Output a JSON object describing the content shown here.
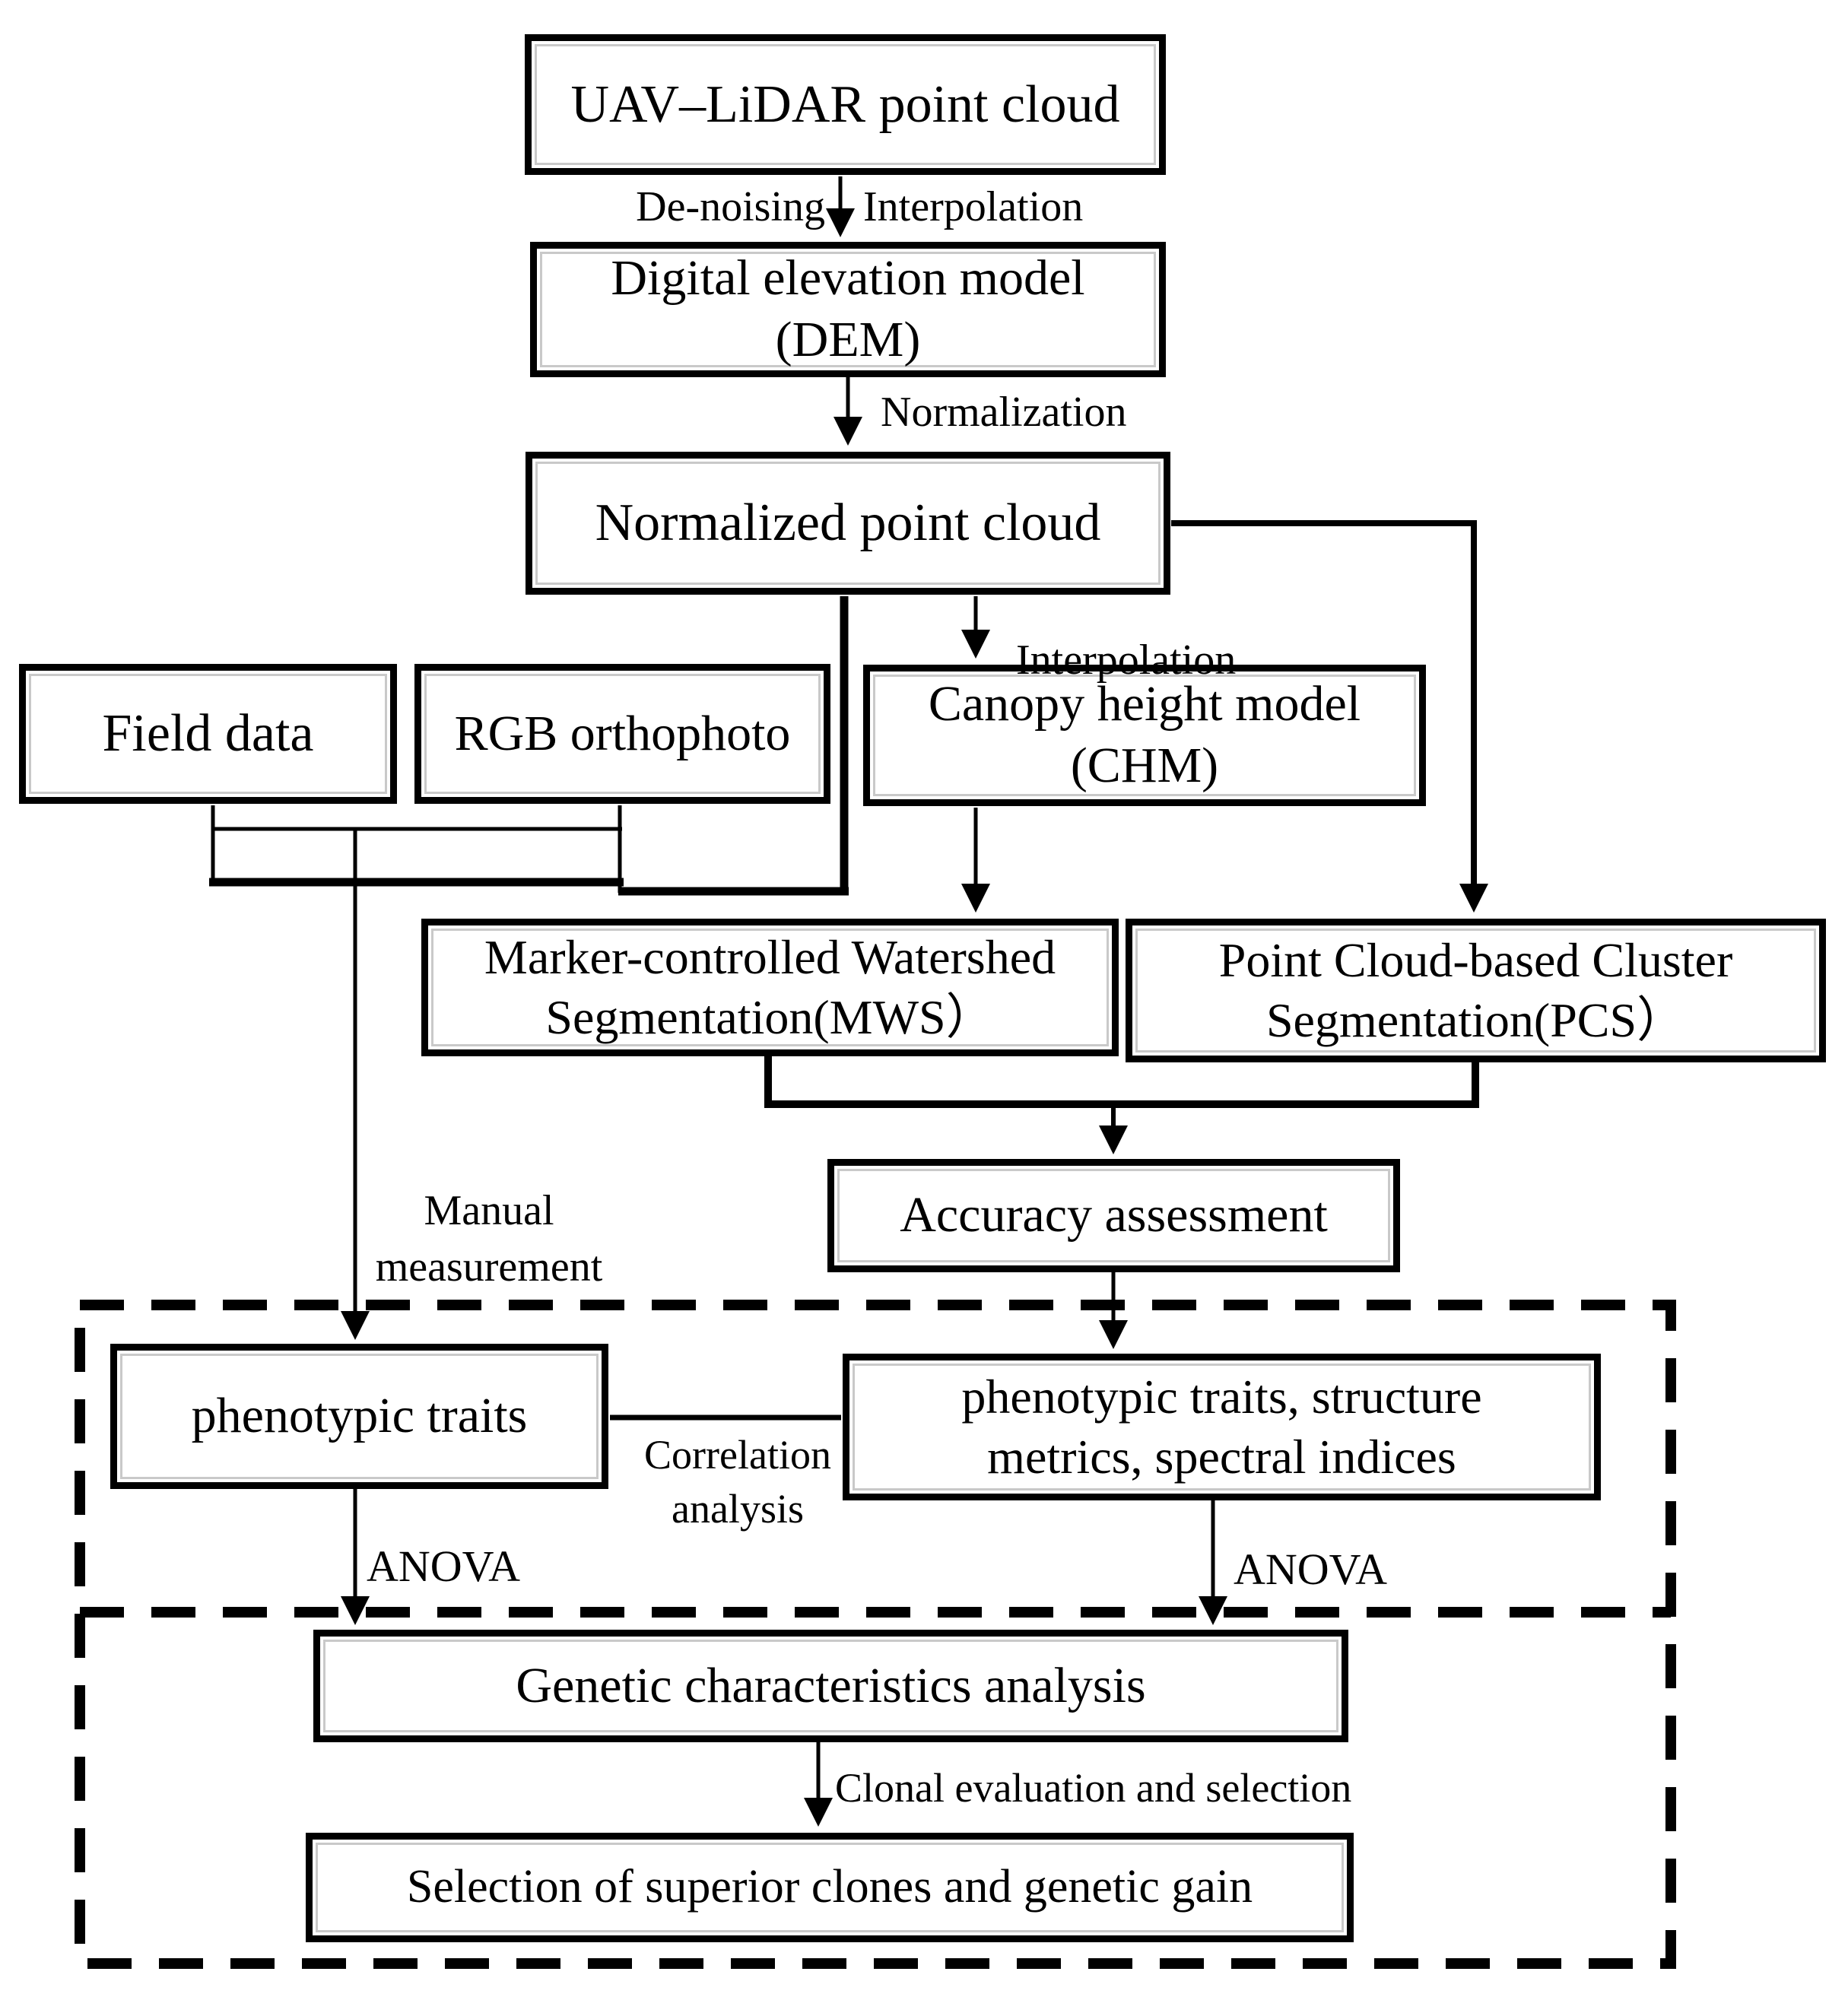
{
  "diagram": {
    "boxes": {
      "uav": "UAV–LiDAR point cloud",
      "dem": "Digital elevation model\n(DEM)",
      "npc": "Normalized point cloud",
      "field": "Field data",
      "rgb": "RGB orthophoto",
      "chm": "Canopy height model\n(CHM)",
      "mws": "Marker-controlled Watershed\nSegmentation(MWS）",
      "pcs": "Point Cloud-based Cluster\nSegmentation(PCS）",
      "acc": "Accuracy assessment",
      "pheno": "phenotypic traits",
      "metrics": "phenotypic traits, structure\nmetrics, spectral indices",
      "genetic": "Genetic characteristics analysis",
      "selection": "Selection of superior clones and genetic gain"
    },
    "edge_labels": {
      "denoising": "De-noising",
      "interpolation_dem": "Interpolation",
      "normalization": "Normalization",
      "interpolation_chm": "Interpolation",
      "manual_measurement": "Manual\nmeasurement",
      "correlation": "Correlation\nanalysis",
      "anova_left": "ANOVA",
      "anova_right": "ANOVA",
      "clonal": "Clonal evaluation and selection"
    },
    "colors": {
      "line": "#000000",
      "box_background": "#ffffff",
      "inner_edge": "#c9c9c9"
    }
  }
}
